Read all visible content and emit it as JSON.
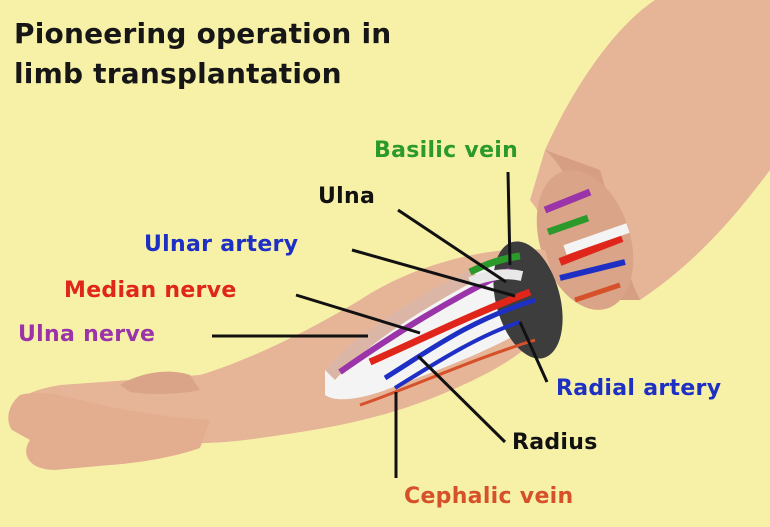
{
  "title": {
    "line1": "Pioneering operation in",
    "line2": "limb transplantation"
  },
  "labels": {
    "basilic_vein": "Basilic vein",
    "ulna": "Ulna",
    "ulnar_artery": "Ulnar artery",
    "median_nerve": "Median nerve",
    "ulna_nerve": "Ulna nerve",
    "radial_artery": "Radial artery",
    "radius": "Radius",
    "cephalic_vein": "Cephalic vein"
  },
  "colors": {
    "background": "#f7f1a8",
    "skin": "#e6b497",
    "skin_shadow": "#c98c72",
    "bone": "#f4f4f4",
    "cut_surface": "#3d3d3d",
    "vein_green": "#2b9a2b",
    "artery_blue": "#1e2fc4",
    "nerve_red": "#e0261a",
    "nerve_purple": "#9a34a8",
    "label_black": "#111111",
    "vein_orange": "#d6502a"
  }
}
